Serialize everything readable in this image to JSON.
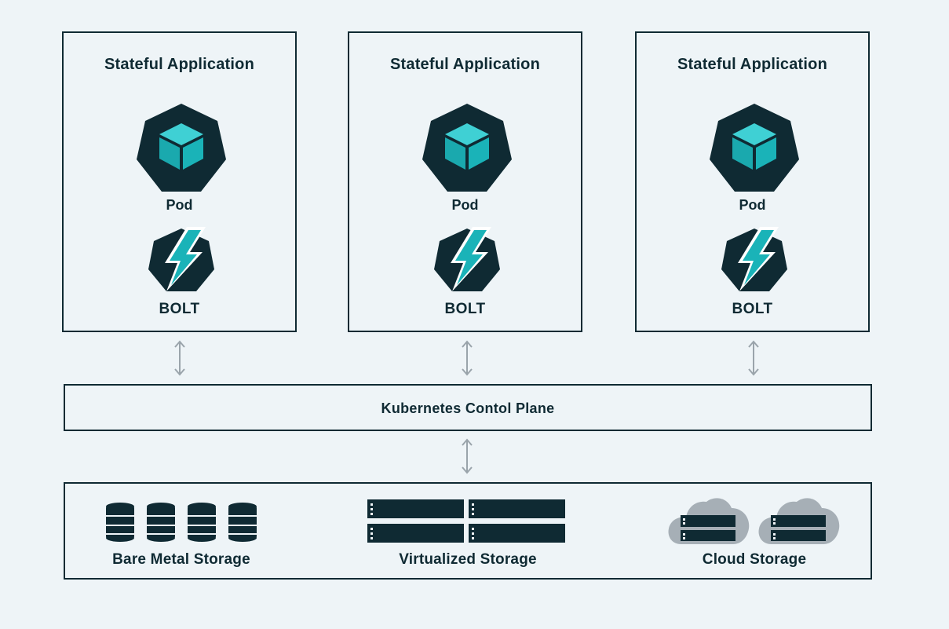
{
  "diagram": {
    "applications": [
      {
        "title": "Stateful Application",
        "pod_label": "Pod",
        "bolt_label": "BOLT"
      },
      {
        "title": "Stateful Application",
        "pod_label": "Pod",
        "bolt_label": "BOLT"
      },
      {
        "title": "Stateful Application",
        "pod_label": "Pod",
        "bolt_label": "BOLT"
      }
    ],
    "control_plane": {
      "label": "Kubernetes Contol Plane"
    },
    "storage": {
      "bare_metal": {
        "label": "Bare Metal Storage",
        "icon": "database-icon"
      },
      "virtualized": {
        "label": "Virtualized Storage",
        "icon": "server-rack-icon"
      },
      "cloud": {
        "label": "Cloud Storage",
        "icon": "cloud-server-icon"
      }
    }
  },
  "colors": {
    "background": "#eef4f7",
    "dark": "#0f2a33",
    "accent": "#1ab3b8",
    "arrow": "#9aa4ab",
    "cloud": "#a6afb6"
  }
}
